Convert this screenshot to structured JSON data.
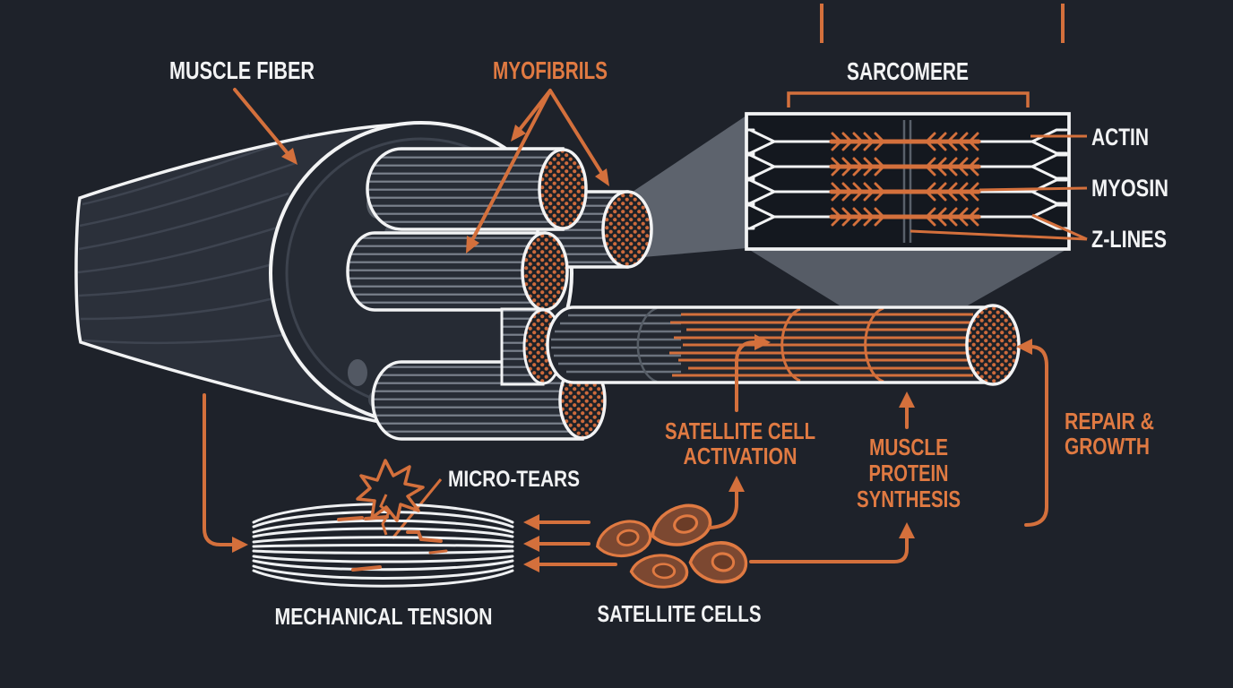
{
  "title": "Muscle fiber anatomy and growth diagram",
  "colors": {
    "background": "#1e222a",
    "accent_orange": "#d4703c",
    "label_orange": "#e07a42",
    "label_white": "#f2f3f4",
    "wedge_gray": "#5d636d",
    "cell_fill": "#7c4831"
  },
  "labels": {
    "muscle_fiber": "MUSCLE FIBER",
    "myofibrils": "MYOFIBRILS",
    "sarcomere": "SARCOMERE",
    "actin": "ACTIN",
    "myosin": "MYOSIN",
    "z_lines": "Z-LINES",
    "satellite_cell_activation_line1": "SATELLITE CELL",
    "satellite_cell_activation_line2": "ACTIVATION",
    "muscle_protein_synthesis_line1": "MUSCLE",
    "muscle_protein_synthesis_line2": "PROTEIN",
    "muscle_protein_synthesis_line3": "SYNTHESIS",
    "repair_growth_line1": "REPAIR &",
    "repair_growth_line2": "GROWTH",
    "micro_tears": "MICRO-TEARS",
    "mechanical_tension": "MECHANICAL TENSION",
    "satellite_cells": "SATELLITE CELLS"
  }
}
